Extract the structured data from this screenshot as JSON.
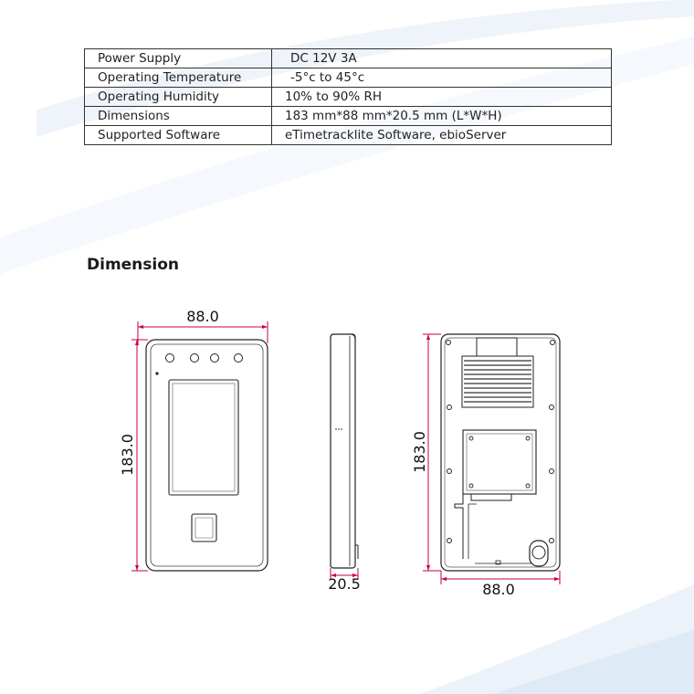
{
  "specs": {
    "rows": [
      {
        "label": "Power Supply",
        "value": "DC 12V 3A"
      },
      {
        "label": "Operating Temperature",
        "value": "-5°c to 45°c"
      },
      {
        "label": "Operating Humidity",
        "value": "10% to 90% RH"
      },
      {
        "label": "Dimensions",
        "value": "183 mm*88 mm*20.5 mm (L*W*H)"
      },
      {
        "label": "Supported Software",
        "value": "eTimetracklite Software, ebioServer"
      }
    ]
  },
  "dimension": {
    "title": "Dimension",
    "front": {
      "width_label": "88.0",
      "height_label": "183.0"
    },
    "side": {
      "depth_label": "20.5"
    },
    "back": {
      "width_label": "88.0",
      "height_label": "183.0"
    }
  },
  "colors": {
    "dimension_line": "#c8003c",
    "outline": "#222222",
    "decoration": "#dbe8f4"
  }
}
